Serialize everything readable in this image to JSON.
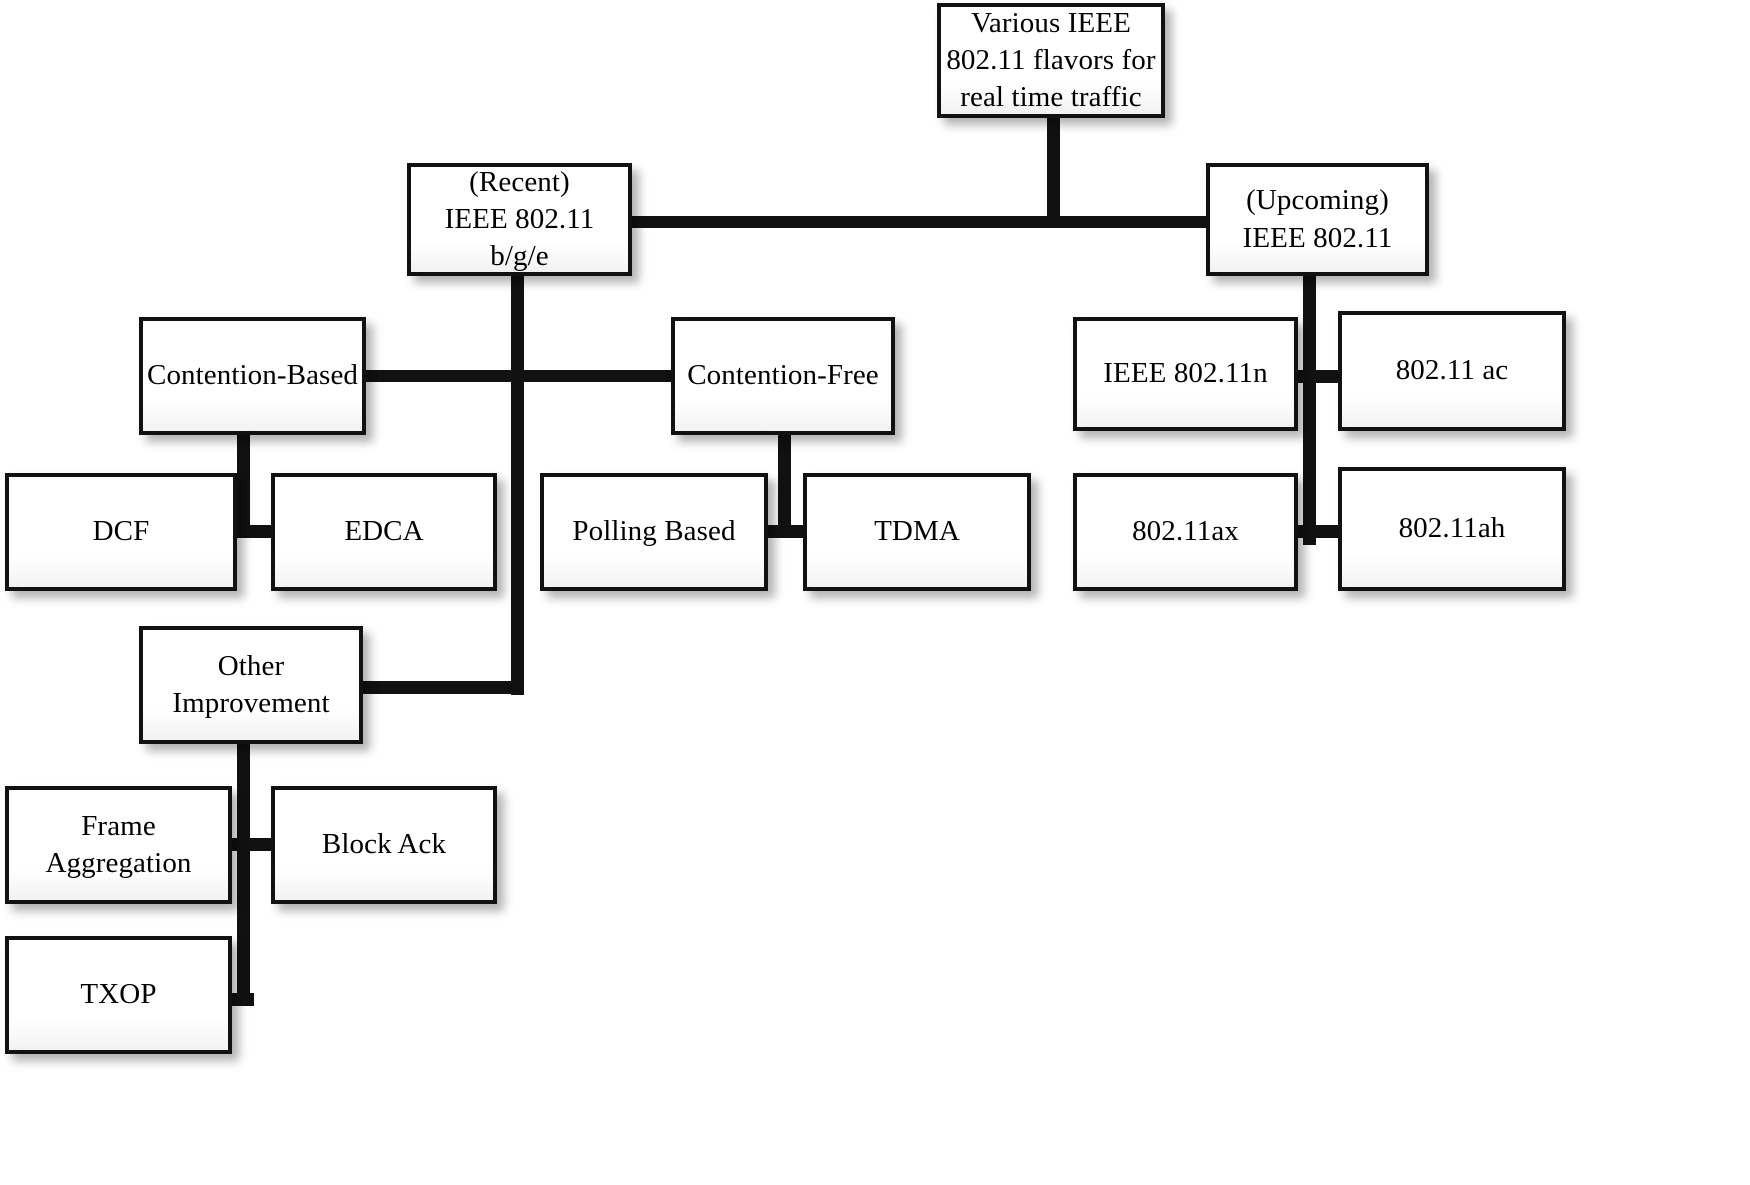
{
  "diagram": {
    "title": "Various IEEE 802.11 flavors for real time traffic",
    "nodes": {
      "root": "Various IEEE\n802.11 flavors for\nreal time traffic",
      "recent": "(Recent)\nIEEE 802.11 b/g/e",
      "upcoming": "(Upcoming)\nIEEE 802.11",
      "contention_based": "Contention-Based",
      "contention_free": "Contention-Free",
      "dcf": "DCF",
      "edca": "EDCA",
      "polling_based": "Polling Based",
      "tdma": "TDMA",
      "other_improvement": "Other Improvement",
      "frame_aggregation": "Frame Aggregation",
      "block_ack": "Block Ack",
      "txop": "TXOP",
      "ieee_80211n": "IEEE 802.11n",
      "ieee_80211ac": "802.11 ac",
      "ieee_80211ax": "802.11ax",
      "ieee_80211ah": "802.11ah"
    },
    "colors": {
      "line": "#111111",
      "box_fill": "#fdfdfd",
      "text": "#000000",
      "background": "#ffffff"
    }
  }
}
